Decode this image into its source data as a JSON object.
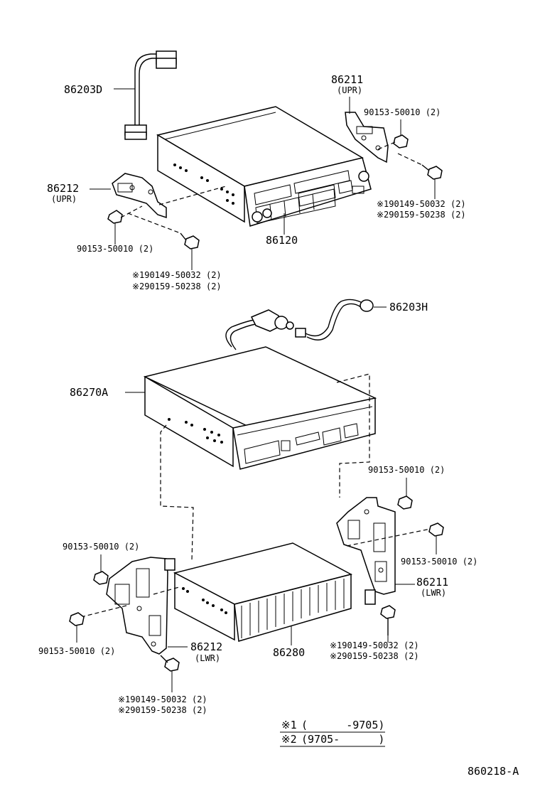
{
  "diagram": {
    "labels": {
      "p86203d": "86203D",
      "p86211_upr": "86211",
      "p86211_upr_sub": "(UPR)",
      "bolt_tr": "90153-50010 (2)",
      "scr_tr_1": "※190149-50032 (2)",
      "scr_tr_2": "※290159-50238 (2)",
      "p86212_upr": "86212",
      "p86212_upr_sub": "(UPR)",
      "bolt_tl": "90153-50010 (2)",
      "scr_tl_1": "※190149-50032 (2)",
      "scr_tl_2": "※290159-50238 (2)",
      "p86120": "86120",
      "p86203h": "86203H",
      "p86270a": "86270A",
      "bolt_mr1": "90153-50010 (2)",
      "bolt_mr2": "90153-50010 (2)",
      "p86211_lwr": "86211",
      "p86211_lwr_sub": "(LWR)",
      "bolt_ml": "90153-50010 (2)",
      "bolt_bl": "90153-50010 (2)",
      "p86212_lwr": "86212",
      "p86212_lwr_sub": "(LWR)",
      "p86280": "86280",
      "scr_br_1": "※190149-50032 (2)",
      "scr_br_2": "※290159-50238 (2)",
      "scr_bl_1": "※190149-50032 (2)",
      "scr_bl_2": "※290159-50238 (2)"
    },
    "legend": {
      "row1_mark": "※1",
      "row1_range": "(      -9705)",
      "row2_mark": "※2",
      "row2_range": "(9705-      )"
    },
    "figure_code": "860218-A"
  }
}
